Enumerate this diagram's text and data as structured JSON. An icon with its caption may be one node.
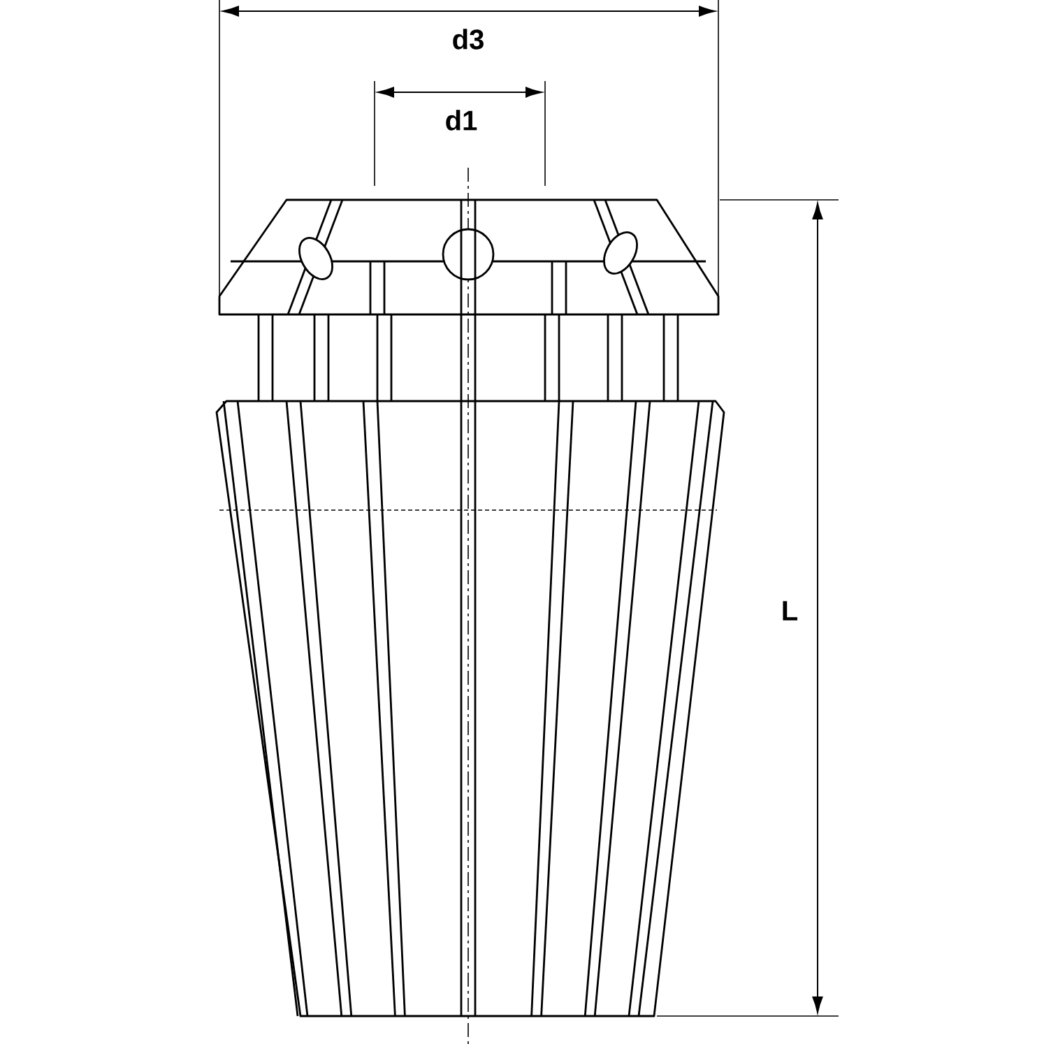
{
  "diagram": {
    "labels": [
      "d3",
      "d1",
      "L"
    ]
  }
}
